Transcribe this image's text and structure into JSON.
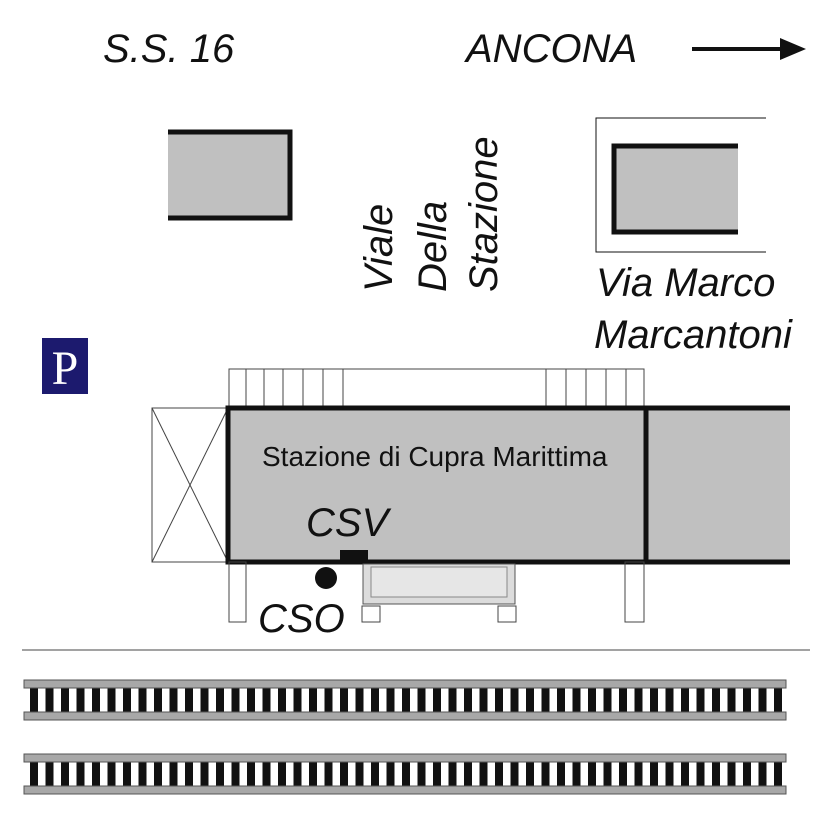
{
  "labels": {
    "road": "S.S. 16",
    "direction": "ANCONA",
    "street_vertical": [
      "Viale",
      "Della",
      "Stazione"
    ],
    "street_right": [
      "Via Marco",
      "Marcantoni"
    ],
    "parking": "P",
    "station": "Stazione di Cupra Marittima",
    "csv": "CSV",
    "cso": "CSO"
  },
  "colors": {
    "building_fill": "#c0c0c0",
    "outline": "#111111",
    "parking_bg": "#1c1a6e",
    "parking_fg": "#ffffff",
    "rail": "#a8a8a8",
    "platform_fill": "#dcdcdc"
  },
  "icons": {
    "direction": "arrow-right-icon",
    "parking": "parking-sign-icon",
    "cso": "filled-circle-marker-icon",
    "csv": "rectangle-marker-icon"
  }
}
